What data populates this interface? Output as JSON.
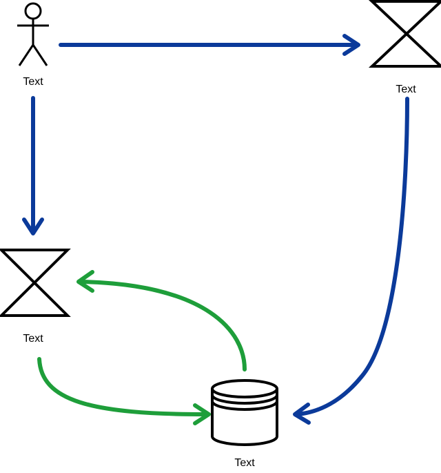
{
  "nodes": {
    "actor": {
      "label": "Text",
      "icon": "actor-icon"
    },
    "timer_top_right": {
      "label": "Text",
      "icon": "hourglass-icon"
    },
    "timer_left": {
      "label": "Text",
      "icon": "hourglass-icon"
    },
    "datastore": {
      "label": "Text",
      "icon": "database-icon"
    }
  },
  "edges": [
    {
      "from": "actor",
      "to": "timer_top_right",
      "color": "#0B3A9A"
    },
    {
      "from": "actor",
      "to": "timer_left",
      "color": "#0B3A9A"
    },
    {
      "from": "timer_top_right",
      "to": "datastore",
      "color": "#0B3A9A"
    },
    {
      "from": "datastore",
      "to": "timer_left",
      "color": "#1E9E3A"
    },
    {
      "from": "timer_left",
      "to": "datastore",
      "color": "#1E9E3A"
    }
  ],
  "colors": {
    "flow_blue": "#0B3A9A",
    "flow_green": "#1E9E3A",
    "shape_stroke": "#000000"
  }
}
